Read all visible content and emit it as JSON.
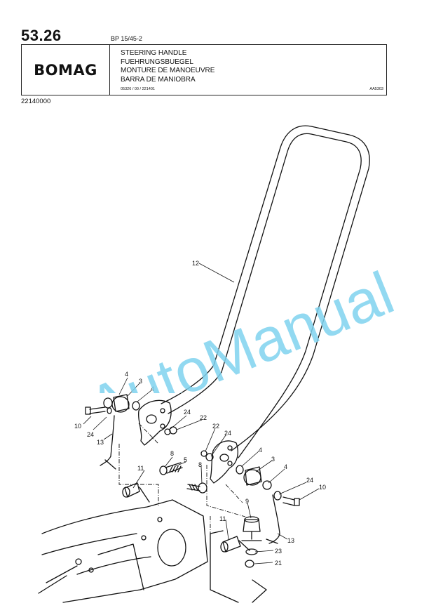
{
  "header": {
    "page_number": "53.26",
    "model": "BP 15/45-2",
    "logo": "BOMAG",
    "titles": [
      "STEERING HANDLE",
      "FUEHRUNGSBUEGEL",
      "MONTURE DE MANOEUVRE",
      "BARRA DE MANIOBRA"
    ],
    "codes": "05326 / 00 / 221401",
    "ref_code": "AA5303",
    "part_number": "22140000"
  },
  "callouts": {
    "c12": "12",
    "c4a": "4",
    "c3a": "3",
    "c4b": "4",
    "c10a": "10",
    "c24a": "24",
    "c13a": "13",
    "c24b": "24",
    "c22a": "22",
    "c22b": "22",
    "c24c": "24",
    "c8a": "8",
    "c5": "5",
    "c11a": "11",
    "c8b": "8",
    "c4c": "4",
    "c3b": "3",
    "c4d": "4",
    "c24d": "24",
    "c10b": "10",
    "c9": "9",
    "c11b": "11",
    "c13b": "13",
    "c23": "23",
    "c21": "21"
  },
  "watermark": "AutoManual",
  "colors": {
    "ink": "#111111",
    "watermark": "#7fd2ee"
  }
}
